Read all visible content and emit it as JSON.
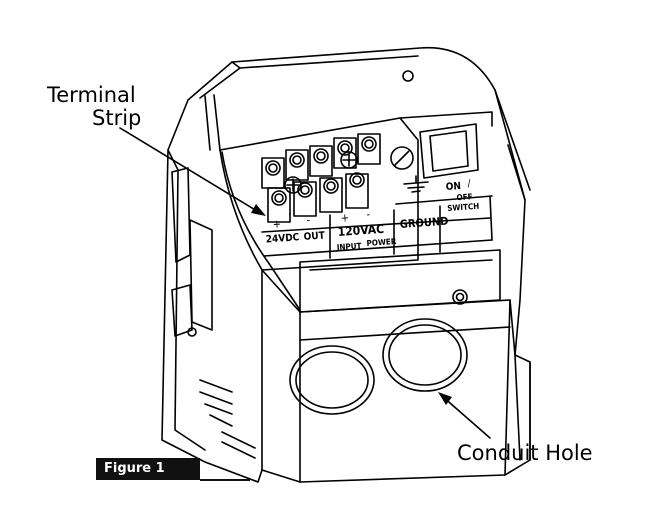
{
  "callouts": {
    "terminal_strip_line1": "Terminal",
    "terminal_strip_line2": "Strip",
    "conduit_hole": "Conduit Hole"
  },
  "figure_badge": "Figure 1",
  "panel_labels": {
    "dc_plus": "+",
    "dc_minus": "-",
    "dc_voltage": "24VDC",
    "dc_out": "OUT",
    "ac_plus": "+",
    "ac_minus": "-",
    "ac_voltage": "120VAC",
    "ac_input": "INPUT",
    "ac_power": "POWER",
    "ground": "GROUND",
    "on": "ON",
    "slash": "/",
    "off": "OFF",
    "switch": "SWITCH"
  },
  "colors": {
    "line": "#000000",
    "background": "#ffffff",
    "badge": "#111111"
  }
}
